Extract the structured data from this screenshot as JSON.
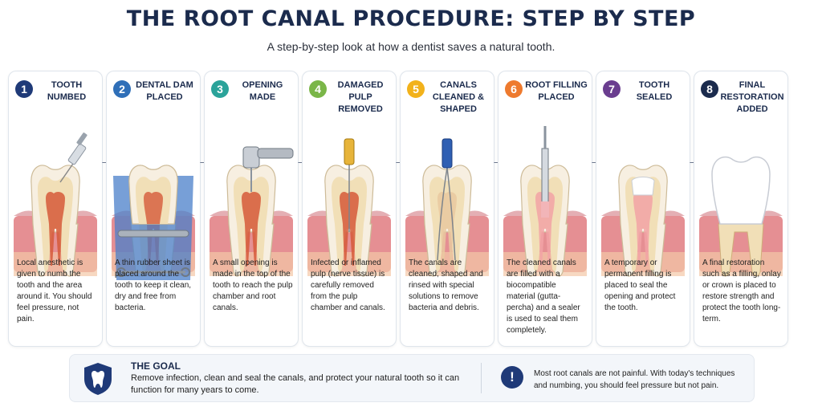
{
  "header": {
    "title": "THE ROOT CANAL PROCEDURE: STEP BY STEP",
    "subtitle": "A step-by-step look at how a dentist saves a natural tooth."
  },
  "steps": [
    {
      "number": "1",
      "title": "Tooth Numbed",
      "color": "#1f3a78",
      "tool": "syringe",
      "description": "Local anesthetic is given to numb the tooth and the area around it. You should feel pressure, not pain."
    },
    {
      "number": "2",
      "title": "Dental Dam Placed",
      "color": "#2f6fb8",
      "tool": "dam",
      "description": "A thin rubber sheet is placed around the tooth to keep it clean, dry and free from bacteria."
    },
    {
      "number": "3",
      "title": "Opening Made",
      "color": "#2ba39a",
      "tool": "drill",
      "description": "A small opening is made in the top of the tooth to reach the pulp chamber and root canals."
    },
    {
      "number": "4",
      "title": "Damaged Pulp Removed",
      "color": "#7ab648",
      "tool": "file-yellow",
      "description": "Infected or inflamed pulp (nerve tissue) is carefully removed from the pulp chamber and canals."
    },
    {
      "number": "5",
      "title": "Canals Cleaned & Shaped",
      "color": "#f2b21b",
      "tool": "file-blue",
      "description": "The canals are cleaned, shaped and rinsed with special solutions to remove bacteria and debris."
    },
    {
      "number": "6",
      "title": "Root Filling Placed",
      "color": "#ee7a2e",
      "tool": "plugger",
      "description": "The cleaned canals are filled with a biocompatible material (gutta-percha) and a sealer is used to seal them completely."
    },
    {
      "number": "7",
      "title": "Tooth Sealed",
      "color": "#6a3d8f",
      "tool": "sealed",
      "description": "A temporary or permanent filling is placed to seal the opening and protect the tooth."
    },
    {
      "number": "8",
      "title": "Final Restoration Added",
      "color": "#1b2b4d",
      "tool": "crown",
      "description": "A final restoration such as a filling, onlay or crown is placed to restore strength and protect the tooth long-term."
    }
  ],
  "goal": {
    "title": "THE GOAL",
    "text": "Remove infection, clean and seal the canals, and protect your natural tooth so it can function for many years to come.",
    "note": "Most root canals are not painful. With today's techniques and numbing, you should feel pressure but not pain.",
    "icons": [
      "shield-tooth-icon",
      "info-icon"
    ]
  },
  "colors": {
    "navy": "#1b2b4d",
    "gum": "#e58f93",
    "enamel": "#f6efe2",
    "pulp": "#d9583a"
  }
}
